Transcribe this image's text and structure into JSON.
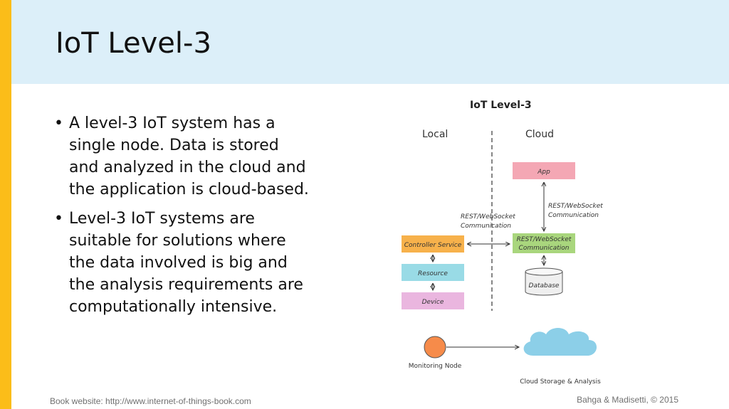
{
  "slide": {
    "title": "IoT Level-3",
    "bullets": [
      "A level-3 IoT system has a single node. Data is stored and analyzed in the cloud and the application is cloud-based.",
      "Level-3 IoT systems are suitable for solutions where the data involved is big and the analysis requirements are computationally intensive."
    ]
  },
  "diagram": {
    "title": "IoT Level-3",
    "local_label": "Local",
    "cloud_label": "Cloud",
    "app": "App",
    "rest_right_1": "REST/WebSocket",
    "rest_right_2": "Communication",
    "rest_left_1": "REST/WebSocket",
    "rest_left_2": "Communication",
    "rest_box_1": "REST/WebSocket",
    "rest_box_2": "Communication",
    "controller_service": "Controller Service",
    "resource": "Resource",
    "device": "Device",
    "database": "Database",
    "monitoring_node": "Monitoring Node",
    "cloud_storage": "Cloud Storage & Analysis",
    "colors": {
      "app": "#f4a7b4",
      "rest_box": "#a9d67d",
      "controller": "#f7b14b",
      "resource": "#99dbe6",
      "device": "#eab6df",
      "monitoring": "#f68b4a",
      "cloud": "#8ccfe8"
    }
  },
  "footer": {
    "website": "Book website: http://www.internet-of-things-book.com",
    "copyright": "Bahga & Madisetti, © 2015"
  }
}
